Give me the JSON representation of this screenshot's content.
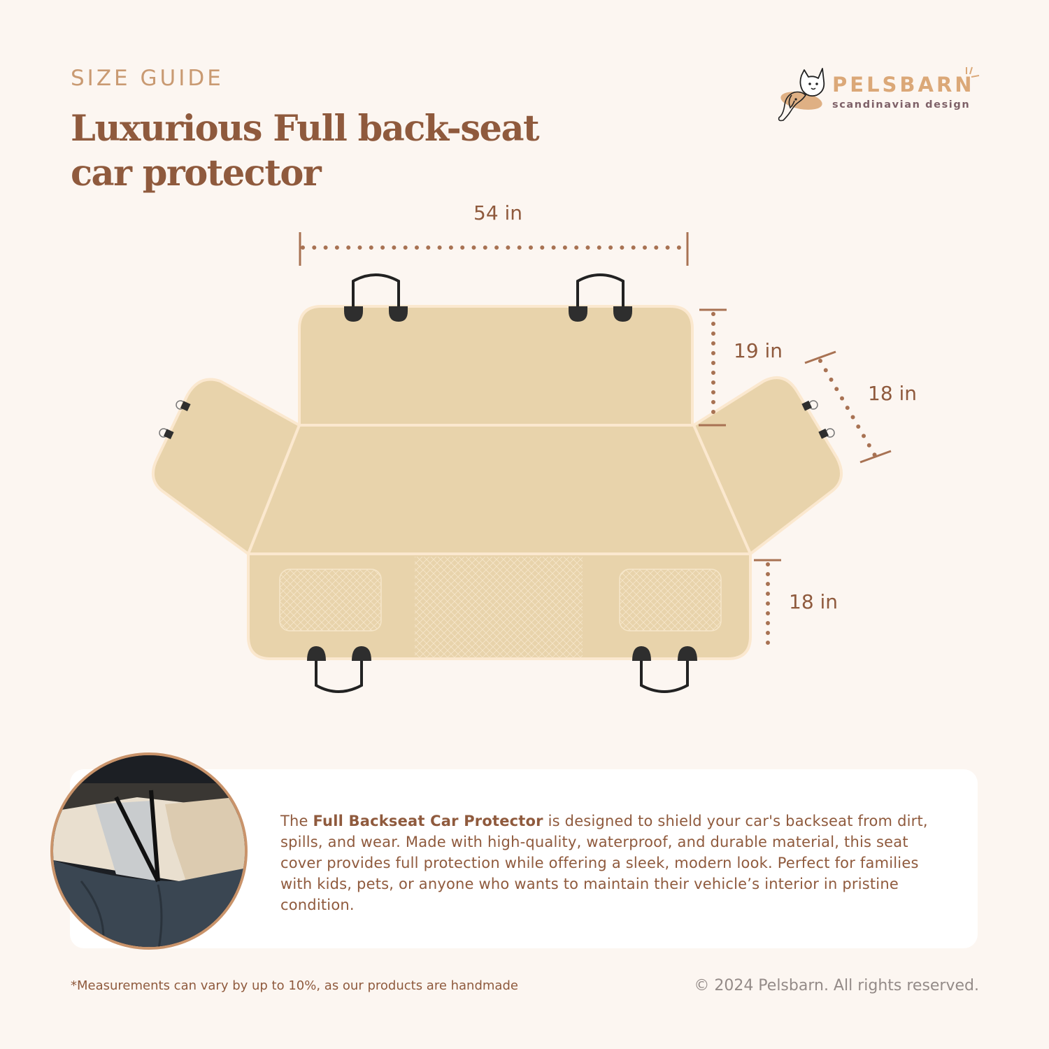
{
  "header": {
    "eyebrow": "SIZE GUIDE",
    "title_line1": "Luxurious Full back-seat",
    "title_line2": "car protector"
  },
  "logo": {
    "name": "PELSBARN",
    "tagline": "scandinavian design",
    "icon": "cat-and-dog-line-art-icon"
  },
  "dimensions": {
    "width": "54 in",
    "back_height": "19 in",
    "side_flap": "18 in",
    "front_drop": "18 in"
  },
  "colors": {
    "background": "#fcf6f1",
    "fabric": "#e8d3ab",
    "fabric_edge": "#fbe8cf",
    "accent_brown": "#8f5a3d",
    "dimension_line": "#a87253",
    "hardware": "#2e2e2e",
    "logo_orange": "#dba878"
  },
  "description": {
    "prefix": "The ",
    "bold": "Full Backseat Car Protector",
    "body": " is designed to shield your car's backseat from dirt, spills, and wear. Made with high-quality, waterproof, and durable material, this seat cover provides full protection while offering a sleek, modern look. Perfect for families with kids, pets, or anyone who wants to maintain their vehicle’s interior in pristine condition."
  },
  "photo": {
    "alt": "Backseat protector installed in car"
  },
  "footer": {
    "note": "*Measurements can vary by up to 10%, as our products are handmade",
    "copyright": "© 2024 Pelsbarn. All rights reserved."
  }
}
